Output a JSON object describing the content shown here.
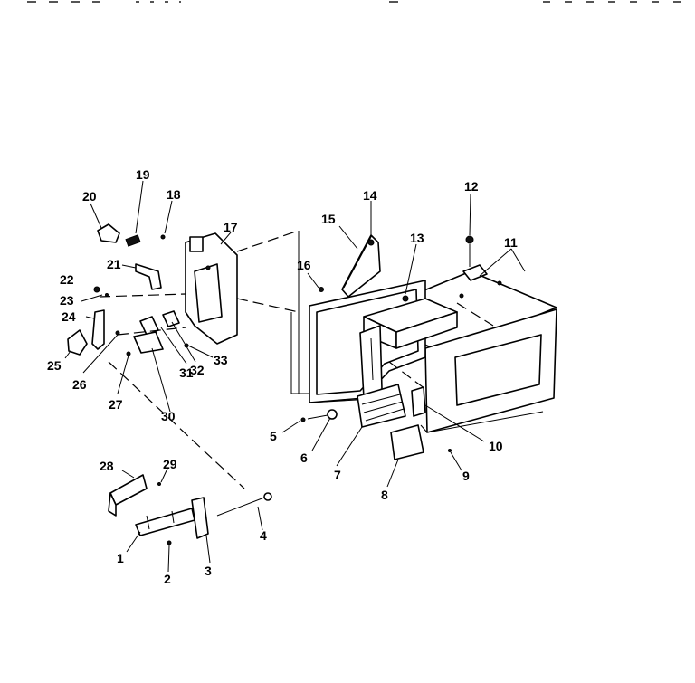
{
  "header": {
    "scan_text": ""
  },
  "callouts": [
    {
      "id": "c1",
      "text": "1"
    },
    {
      "id": "c2",
      "text": "2"
    },
    {
      "id": "c3",
      "text": "3"
    },
    {
      "id": "c4",
      "text": "4"
    },
    {
      "id": "c5",
      "text": "5"
    },
    {
      "id": "c6",
      "text": "6"
    },
    {
      "id": "c7",
      "text": "7"
    },
    {
      "id": "c8",
      "text": "8"
    },
    {
      "id": "c9",
      "text": "9"
    },
    {
      "id": "c10",
      "text": "10"
    },
    {
      "id": "c11",
      "text": "11"
    },
    {
      "id": "c12",
      "text": "12"
    },
    {
      "id": "c13",
      "text": "13"
    },
    {
      "id": "c14",
      "text": "14"
    },
    {
      "id": "c15",
      "text": "15"
    },
    {
      "id": "c16",
      "text": "16"
    },
    {
      "id": "c17",
      "text": "17"
    },
    {
      "id": "c18",
      "text": "18"
    },
    {
      "id": "c19",
      "text": "19"
    },
    {
      "id": "c20",
      "text": "20"
    },
    {
      "id": "c21",
      "text": "21"
    },
    {
      "id": "c22",
      "text": "22"
    },
    {
      "id": "c23",
      "text": "23"
    },
    {
      "id": "c24",
      "text": "24"
    },
    {
      "id": "c25",
      "text": "25"
    },
    {
      "id": "c26",
      "text": "26"
    },
    {
      "id": "c27",
      "text": "27"
    },
    {
      "id": "c28",
      "text": "28"
    },
    {
      "id": "c29",
      "text": "29"
    },
    {
      "id": "c30",
      "text": "30"
    },
    {
      "id": "c31",
      "text": "31"
    },
    {
      "id": "c32",
      "text": "32"
    },
    {
      "id": "c33",
      "text": "33"
    }
  ]
}
